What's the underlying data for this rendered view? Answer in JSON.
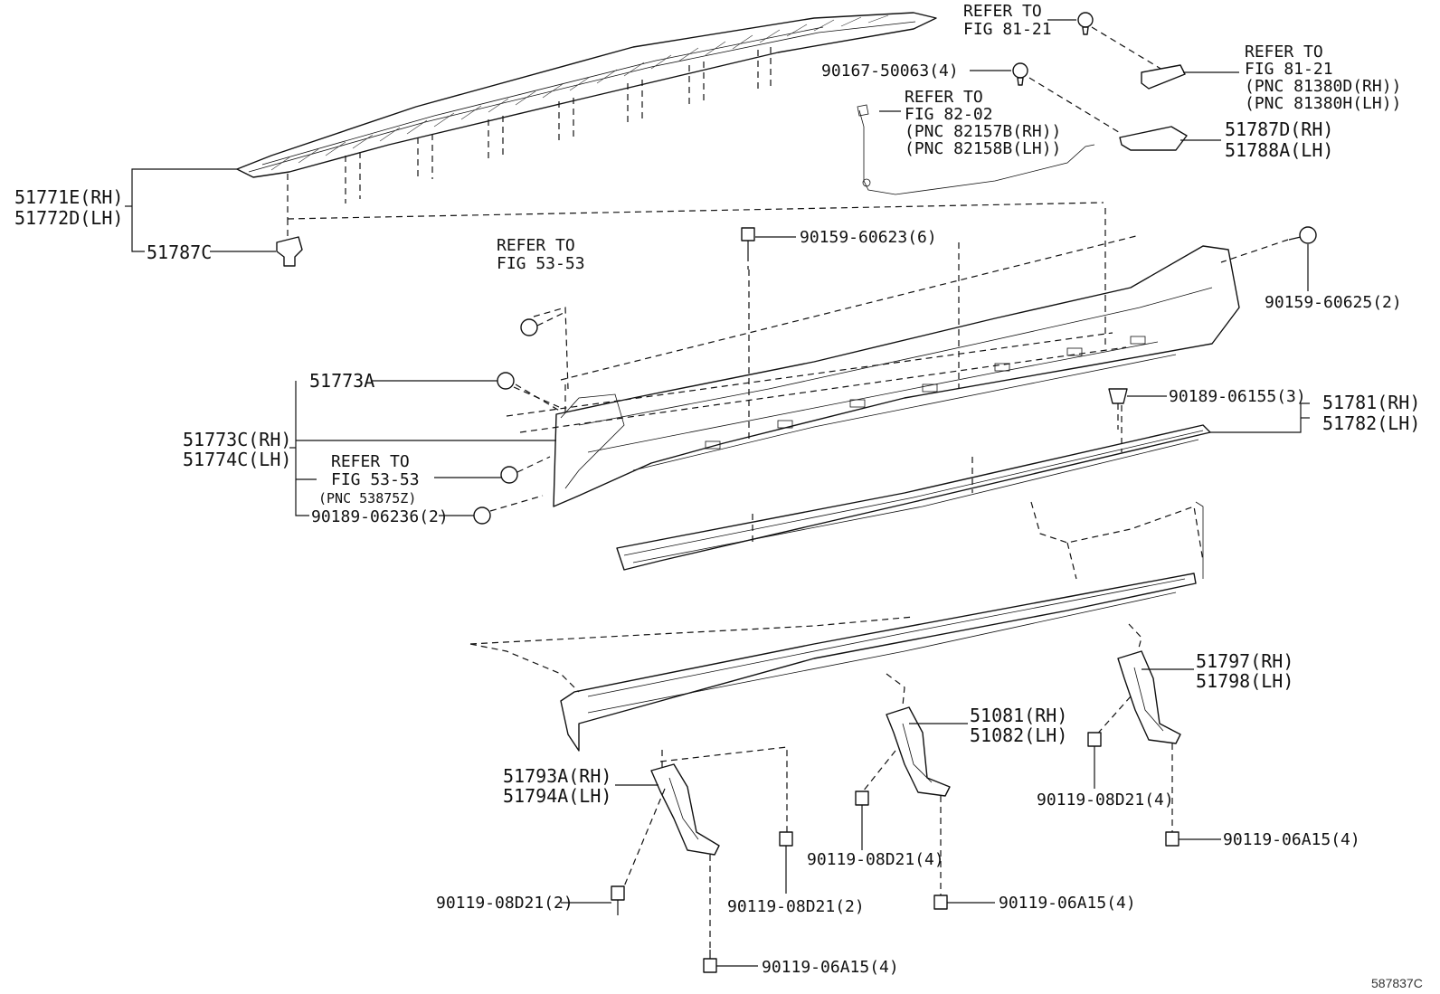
{
  "diagram_id": "587837C",
  "labels": {
    "refer_fig81_21_a": [
      "REFER TO",
      "FIG 81-21"
    ],
    "refer_fig81_21_b": [
      "REFER TO",
      "FIG 81-21",
      "(PNC 81380D(RH))",
      "(PNC 81380H(LH))"
    ],
    "bolt_90167": "90167-50063(4)",
    "refer_fig82_02": [
      "REFER TO",
      "FIG 82-02",
      "(PNC 82157B(RH))",
      "(PNC 82158B(LH))"
    ],
    "bracket_51787d": [
      "51787D(RH)",
      "51788A(LH)"
    ],
    "cover_51771e": [
      "51771E(RH)",
      "51772D(LH)"
    ],
    "clip_51787c": "51787C",
    "screw_90159_60623": "90159-60623(6)",
    "screw_90159_60625": "90159-60625(2)",
    "refer_fig53_53_a": [
      "REFER TO",
      "FIG 53-53"
    ],
    "clip_51773a": "51773A",
    "panel_51773c": [
      "51773C(RH)",
      "51774C(LH)"
    ],
    "refer_fig53_53_b": [
      "REFER TO",
      "FIG 53-53",
      "(PNC 53875Z)"
    ],
    "clip_90189_06236": "90189-06236(2)",
    "clip_90189_06155": "90189-06155(3)",
    "rail_51781": [
      "51781(RH)",
      "51782(LH)"
    ],
    "bracket_51797": [
      "51797(RH)",
      "51798(LH)"
    ],
    "bracket_51081": [
      "51081(RH)",
      "51082(LH)"
    ],
    "bracket_51793a": [
      "51793A(RH)",
      "51794A(LH)"
    ],
    "bolt_08d21_right": "90119-08D21(4)",
    "bolt_06a15_right": "90119-06A15(4)",
    "bolt_08d21_mid": "90119-08D21(4)",
    "bolt_06a15_mid": "90119-06A15(4)",
    "bolt_08d21_left": "90119-08D21(2)",
    "bolt_08d21_left2": "90119-08D21(2)",
    "bolt_06a15_left": "90119-06A15(4)"
  }
}
